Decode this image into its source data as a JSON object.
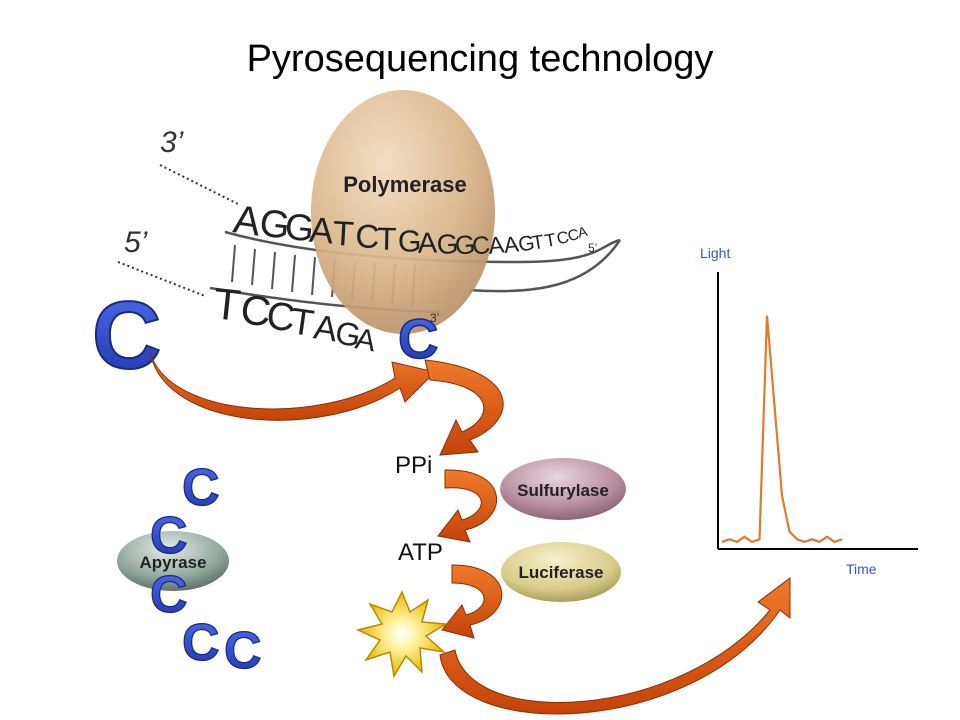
{
  "title": "Pyrosequencing technology",
  "strand": {
    "top_prime_label": "3’",
    "bottom_prime_label": "5’",
    "template_letters": [
      "A",
      "G",
      "G",
      "A",
      "T",
      "C",
      "T",
      "G",
      "A",
      "G",
      "G",
      "C",
      "A",
      "A",
      "G",
      "T",
      "T",
      "C",
      "C",
      "A"
    ],
    "template_end_label": "5’",
    "primer_letters": [
      "T",
      "C",
      "C",
      "T",
      "A",
      "G",
      "A"
    ],
    "primer_new_base": "C",
    "primer_end_label": "3’"
  },
  "incoming_nucleotide": "C",
  "enzymes": {
    "polymerase": "Polymerase",
    "sulfurylase": "Sulfurylase",
    "luciferase": "Luciferase",
    "apyrase": "Apyrase"
  },
  "products": {
    "ppi": "PPi",
    "atp": "ATP"
  },
  "degraded_nucleotides": [
    "C",
    "C",
    "C",
    "C",
    "C"
  ],
  "chart_data": {
    "type": "line",
    "xlabel": "Time",
    "ylabel": "Light",
    "series": [
      {
        "values": [
          0.02,
          0.03,
          0.02,
          0.04,
          0.02,
          0.03,
          0.9,
          0.55,
          0.2,
          0.06,
          0.03,
          0.02,
          0.03,
          0.02,
          0.04,
          0.02,
          0.03
        ]
      }
    ]
  },
  "colors": {
    "orange_arrow": "#e0560f",
    "polymerase": "#d9b48a",
    "sulfurylase": "#b58b9c",
    "luciferase": "#d8cc88",
    "apyrase": "#8fa59a",
    "nucleotide_blue": "#2f4fd0",
    "trace": "#e07a2e"
  }
}
